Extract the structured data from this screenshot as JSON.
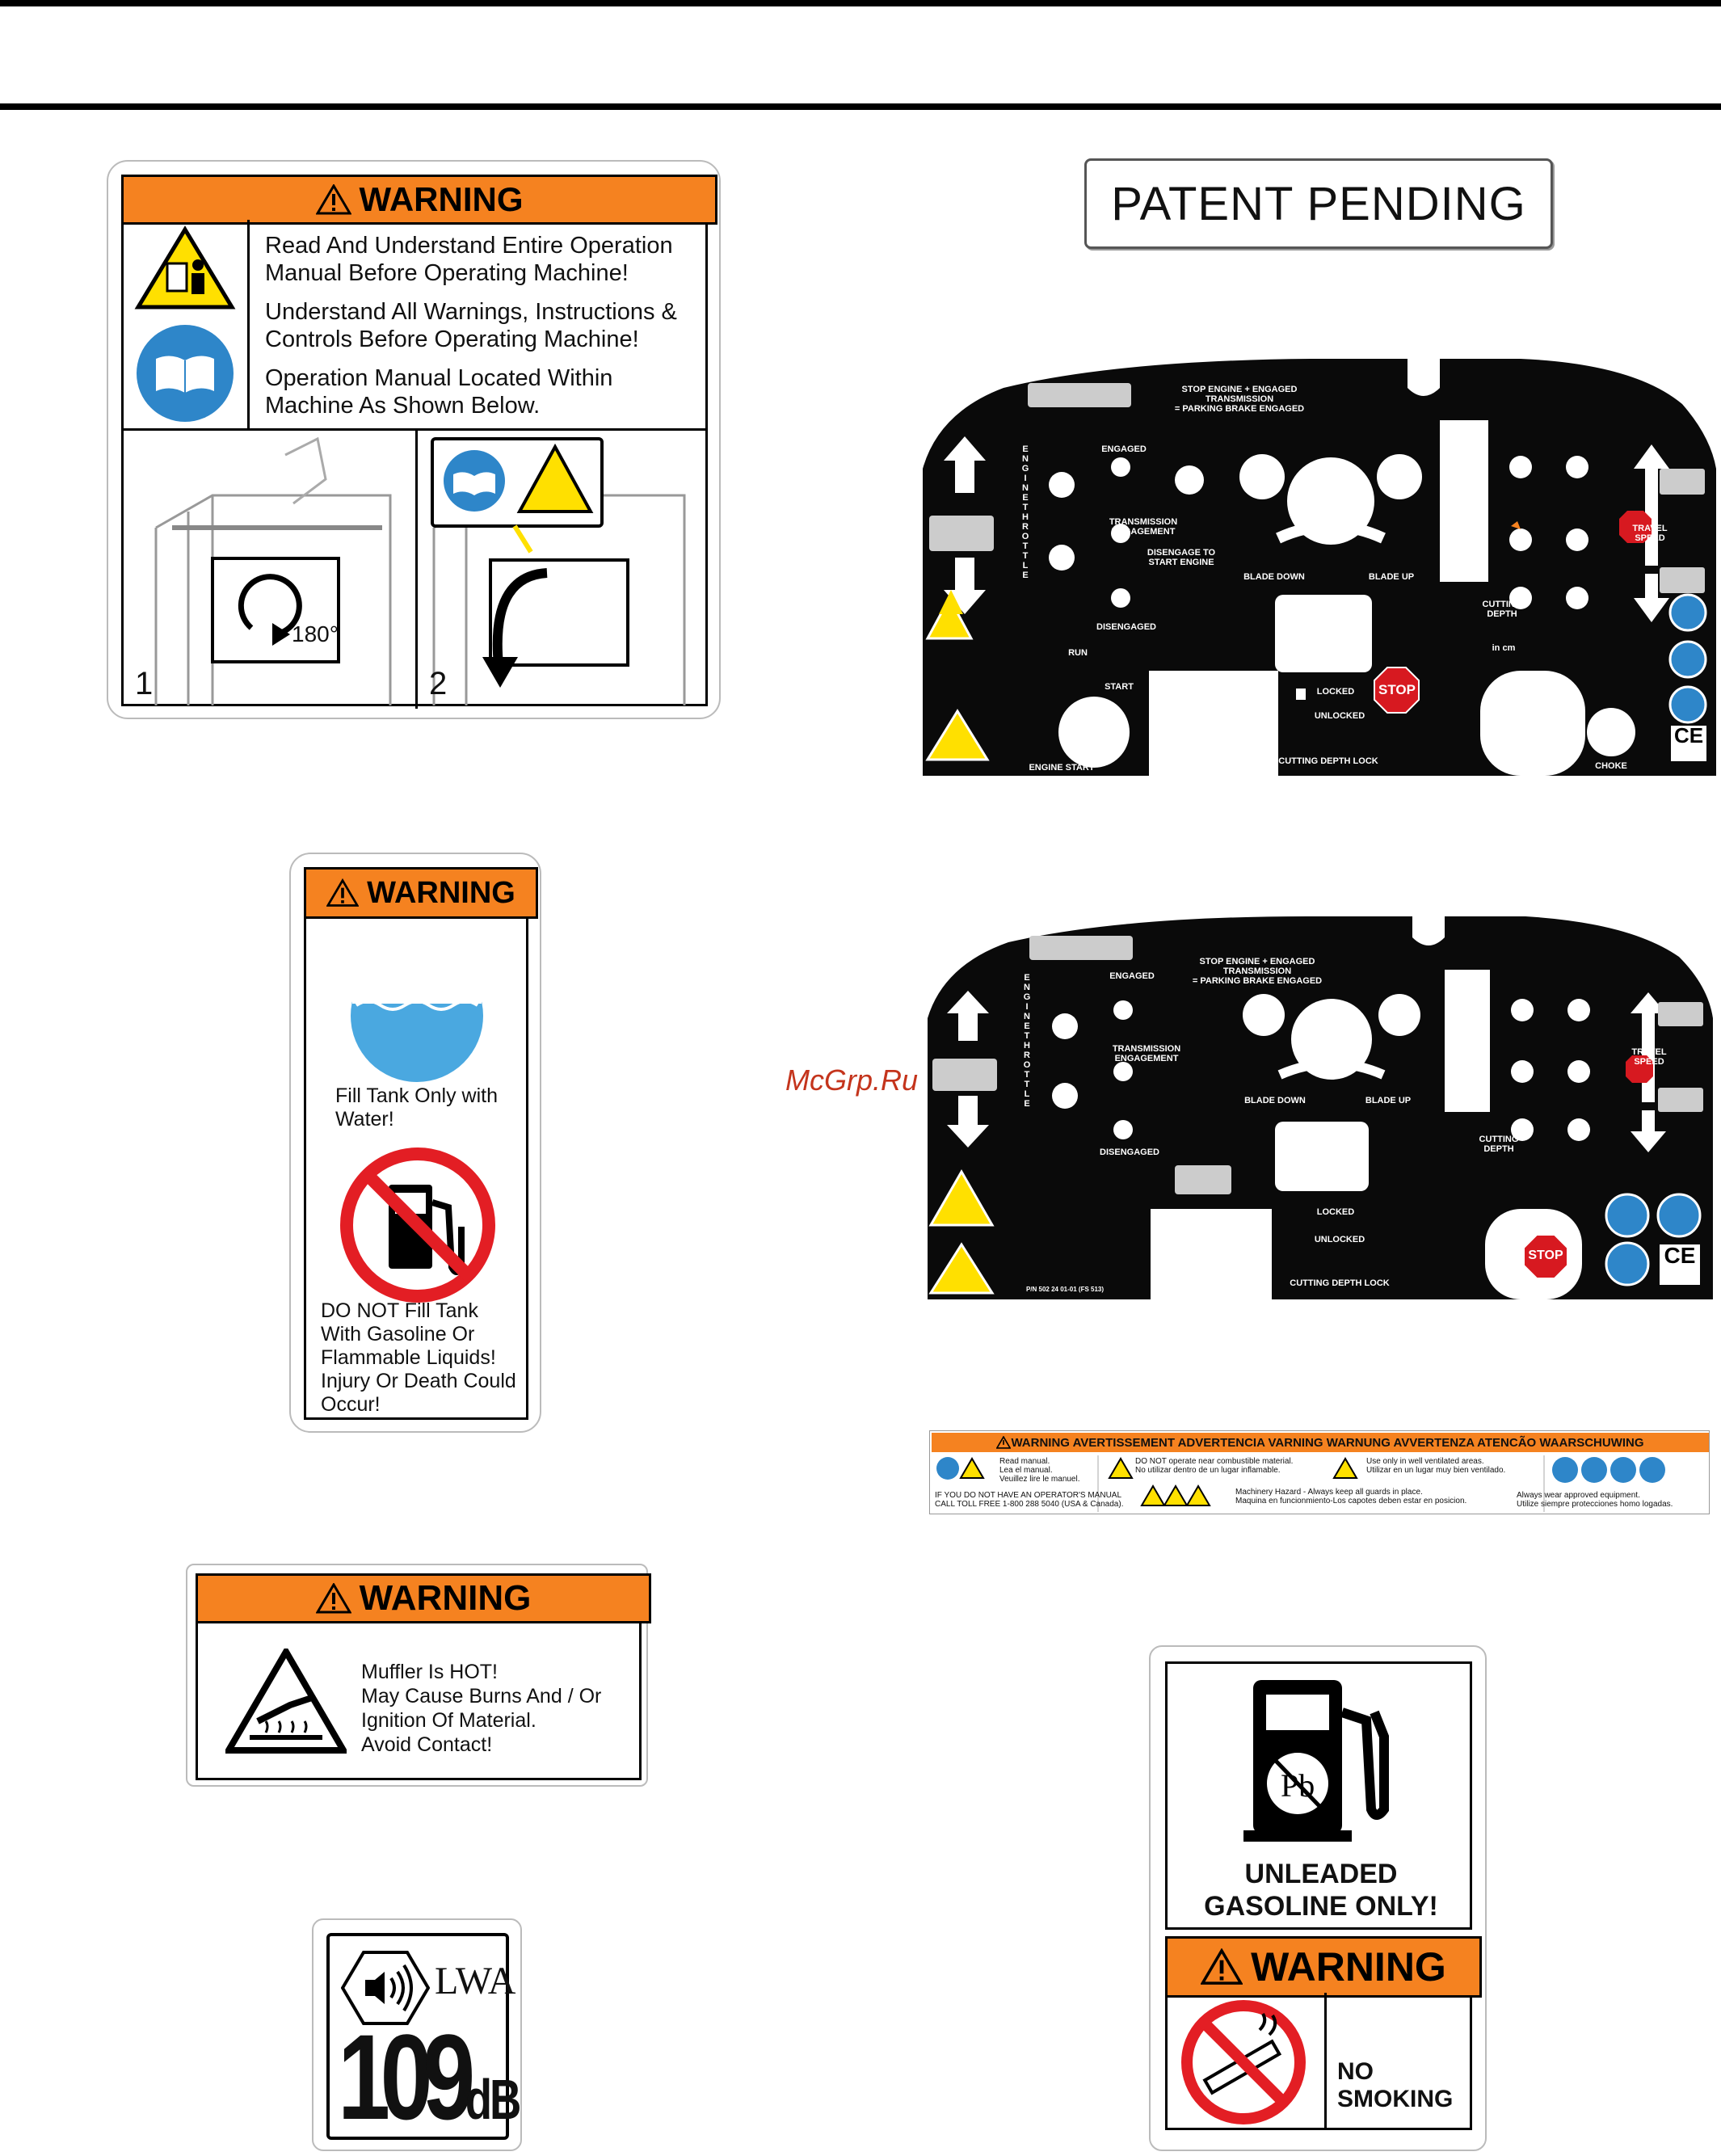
{
  "watermark": "McGrp.Ru",
  "manual_decal": {
    "warning": "WARNING",
    "lines": [
      "Read And Understand Entire Operation Manual Before Operating Machine!",
      "Understand All Warnings, Instructions & Controls Before Operating Machine!",
      "Operation Manual Located Within Machine As Shown Below."
    ],
    "step1": "1",
    "step2": "2",
    "rotation": "180°"
  },
  "patent": {
    "text": "PATENT PENDING"
  },
  "panel1": {
    "labels": {
      "stop_engine": "STOP ENGINE + ENGAGED TRANSMISSION\n= PARKING BRAKE ENGAGED",
      "engaged": "ENGAGED",
      "transmission": "TRANSMISSION\nENGAGEMENT",
      "disengage": "DISENGAGE TO\nSTART ENGINE",
      "disengaged": "DISENGAGED",
      "throttle": "ENGINE THROTTLE",
      "blade_down": "BLADE DOWN",
      "blade_up": "BLADE UP",
      "travel_speed": "TRAVEL\nSPEED",
      "cutting_depth": "CUTTING\nDEPTH",
      "run": "RUN",
      "start": "START",
      "engine_start": "ENGINE START",
      "locked": "LOCKED",
      "unlocked": "UNLOCKED",
      "cutting_depth_lock": "CUTTING DEPTH LOCK",
      "choke": "CHOKE",
      "stop": "STOP",
      "in_cm": "in  cm",
      "ce": "CE"
    }
  },
  "panel2": {
    "labels": {
      "stop_engine": "STOP ENGINE + ENGAGED TRANSMISSION\n= PARKING BRAKE ENGAGED",
      "engaged": "ENGAGED",
      "transmission": "TRANSMISSION\nENGAGEMENT",
      "disengaged": "DISENGAGED",
      "throttle": "ENGINE THROTTLE",
      "blade_down": "BLADE DOWN",
      "blade_up": "BLADE UP",
      "travel_speed": "TRAVEL\nSPEED",
      "cutting_depth": "CUTTING\nDEPTH",
      "locked": "LOCKED",
      "unlocked": "UNLOCKED",
      "cutting_depth_lock": "CUTTING DEPTH LOCK",
      "stop": "STOP",
      "pn": "P/N 502 24 01-01 (FS 513)",
      "ce": "CE"
    }
  },
  "water_decal": {
    "warning": "WARNING",
    "fill_text": "Fill Tank Only with Water!",
    "danger_text": "DO NOT Fill Tank With Gasoline Or Flammable Liquids! Injury Or Death Could Occur!"
  },
  "multilang_strip": {
    "header": "WARNING  AVERTISSEMENT  ADVERTENCIA  VARNING  WARNUNG  AVVERTENZA  ATENCÃO  WAARSCHUWING",
    "read_manual": "Read manual.\nLea el manual.\nVeuillez lire le manuel.",
    "call": "IF YOU DO NOT HAVE AN OPERATOR'S MANUAL\nCALL TOLL FREE 1-800 288 5040 (USA & Canada).",
    "combustible": "DO NOT operate near combustible material.\nNo utilizar dentro de un lugar inflamable.",
    "ventilated": "Use only in well ventilated areas.\nUtilizar en un lugar muy bien ventilado.",
    "machinery": "Machinery Hazard - Always keep all guards in place.\nMaquina en funcionmiento-Los capotes deben estar en posicion.",
    "equipment": "Always wear approved equipment.\nUtilize siempre protecciones homo logadas."
  },
  "muffler_decal": {
    "warning": "WARNING",
    "lines": [
      "Muffler Is HOT!",
      "May Cause Burns And / Or",
      "Ignition Of Material.",
      "Avoid Contact!"
    ]
  },
  "noise_decal": {
    "lwa": "LWA",
    "value": "109",
    "unit": "dB"
  },
  "gas_decal": {
    "unleaded": "UNLEADED\nGASOLINE ONLY!",
    "warning": "WARNING",
    "no_smoking": "NO\nSMOKING",
    "pb": "Pb"
  },
  "colors": {
    "warning_orange": "#f58220",
    "safety_blue": "#2e86c9",
    "hazard_yellow": "#ffe000",
    "stop_red": "#d71920"
  }
}
